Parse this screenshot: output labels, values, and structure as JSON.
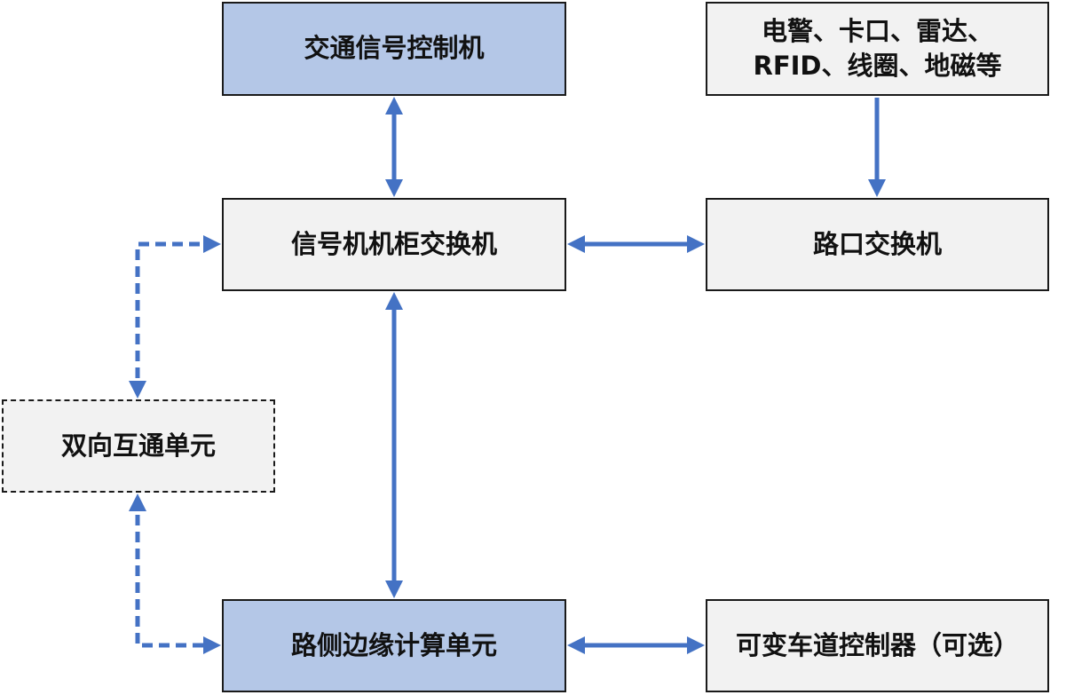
{
  "nodes": {
    "signal_controller": {
      "label": "交通信号控制机"
    },
    "sensors": {
      "line1": "电警、卡口、雷达、",
      "line2": "RFID、线圈、地磁等"
    },
    "cabinet_switch": {
      "label": "信号机机柜交换机"
    },
    "intersection_switch": {
      "label": "路口交换机"
    },
    "bidirectional_unit": {
      "label": "双向互通单元"
    },
    "edge_unit": {
      "label": "路侧边缘计算单元"
    },
    "lane_controller": {
      "label": "可变车道控制器（可选）"
    }
  },
  "edges": [
    {
      "from": "signal_controller",
      "to": "cabinet_switch",
      "style": "solid",
      "direction": "both"
    },
    {
      "from": "sensors",
      "to": "intersection_switch",
      "style": "solid",
      "direction": "forward"
    },
    {
      "from": "cabinet_switch",
      "to": "intersection_switch",
      "style": "solid",
      "direction": "both"
    },
    {
      "from": "cabinet_switch",
      "to": "edge_unit",
      "style": "solid",
      "direction": "both"
    },
    {
      "from": "edge_unit",
      "to": "lane_controller",
      "style": "solid",
      "direction": "both"
    },
    {
      "from": "cabinet_switch",
      "to": "bidirectional_unit",
      "style": "dashed",
      "direction": "both"
    },
    {
      "from": "bidirectional_unit",
      "to": "edge_unit",
      "style": "dashed",
      "direction": "both"
    }
  ],
  "colors": {
    "arrow": "#4472c4",
    "box_blue": "#b4c7e7",
    "box_gray": "#f2f2f2",
    "border": "#1a1a1a"
  }
}
